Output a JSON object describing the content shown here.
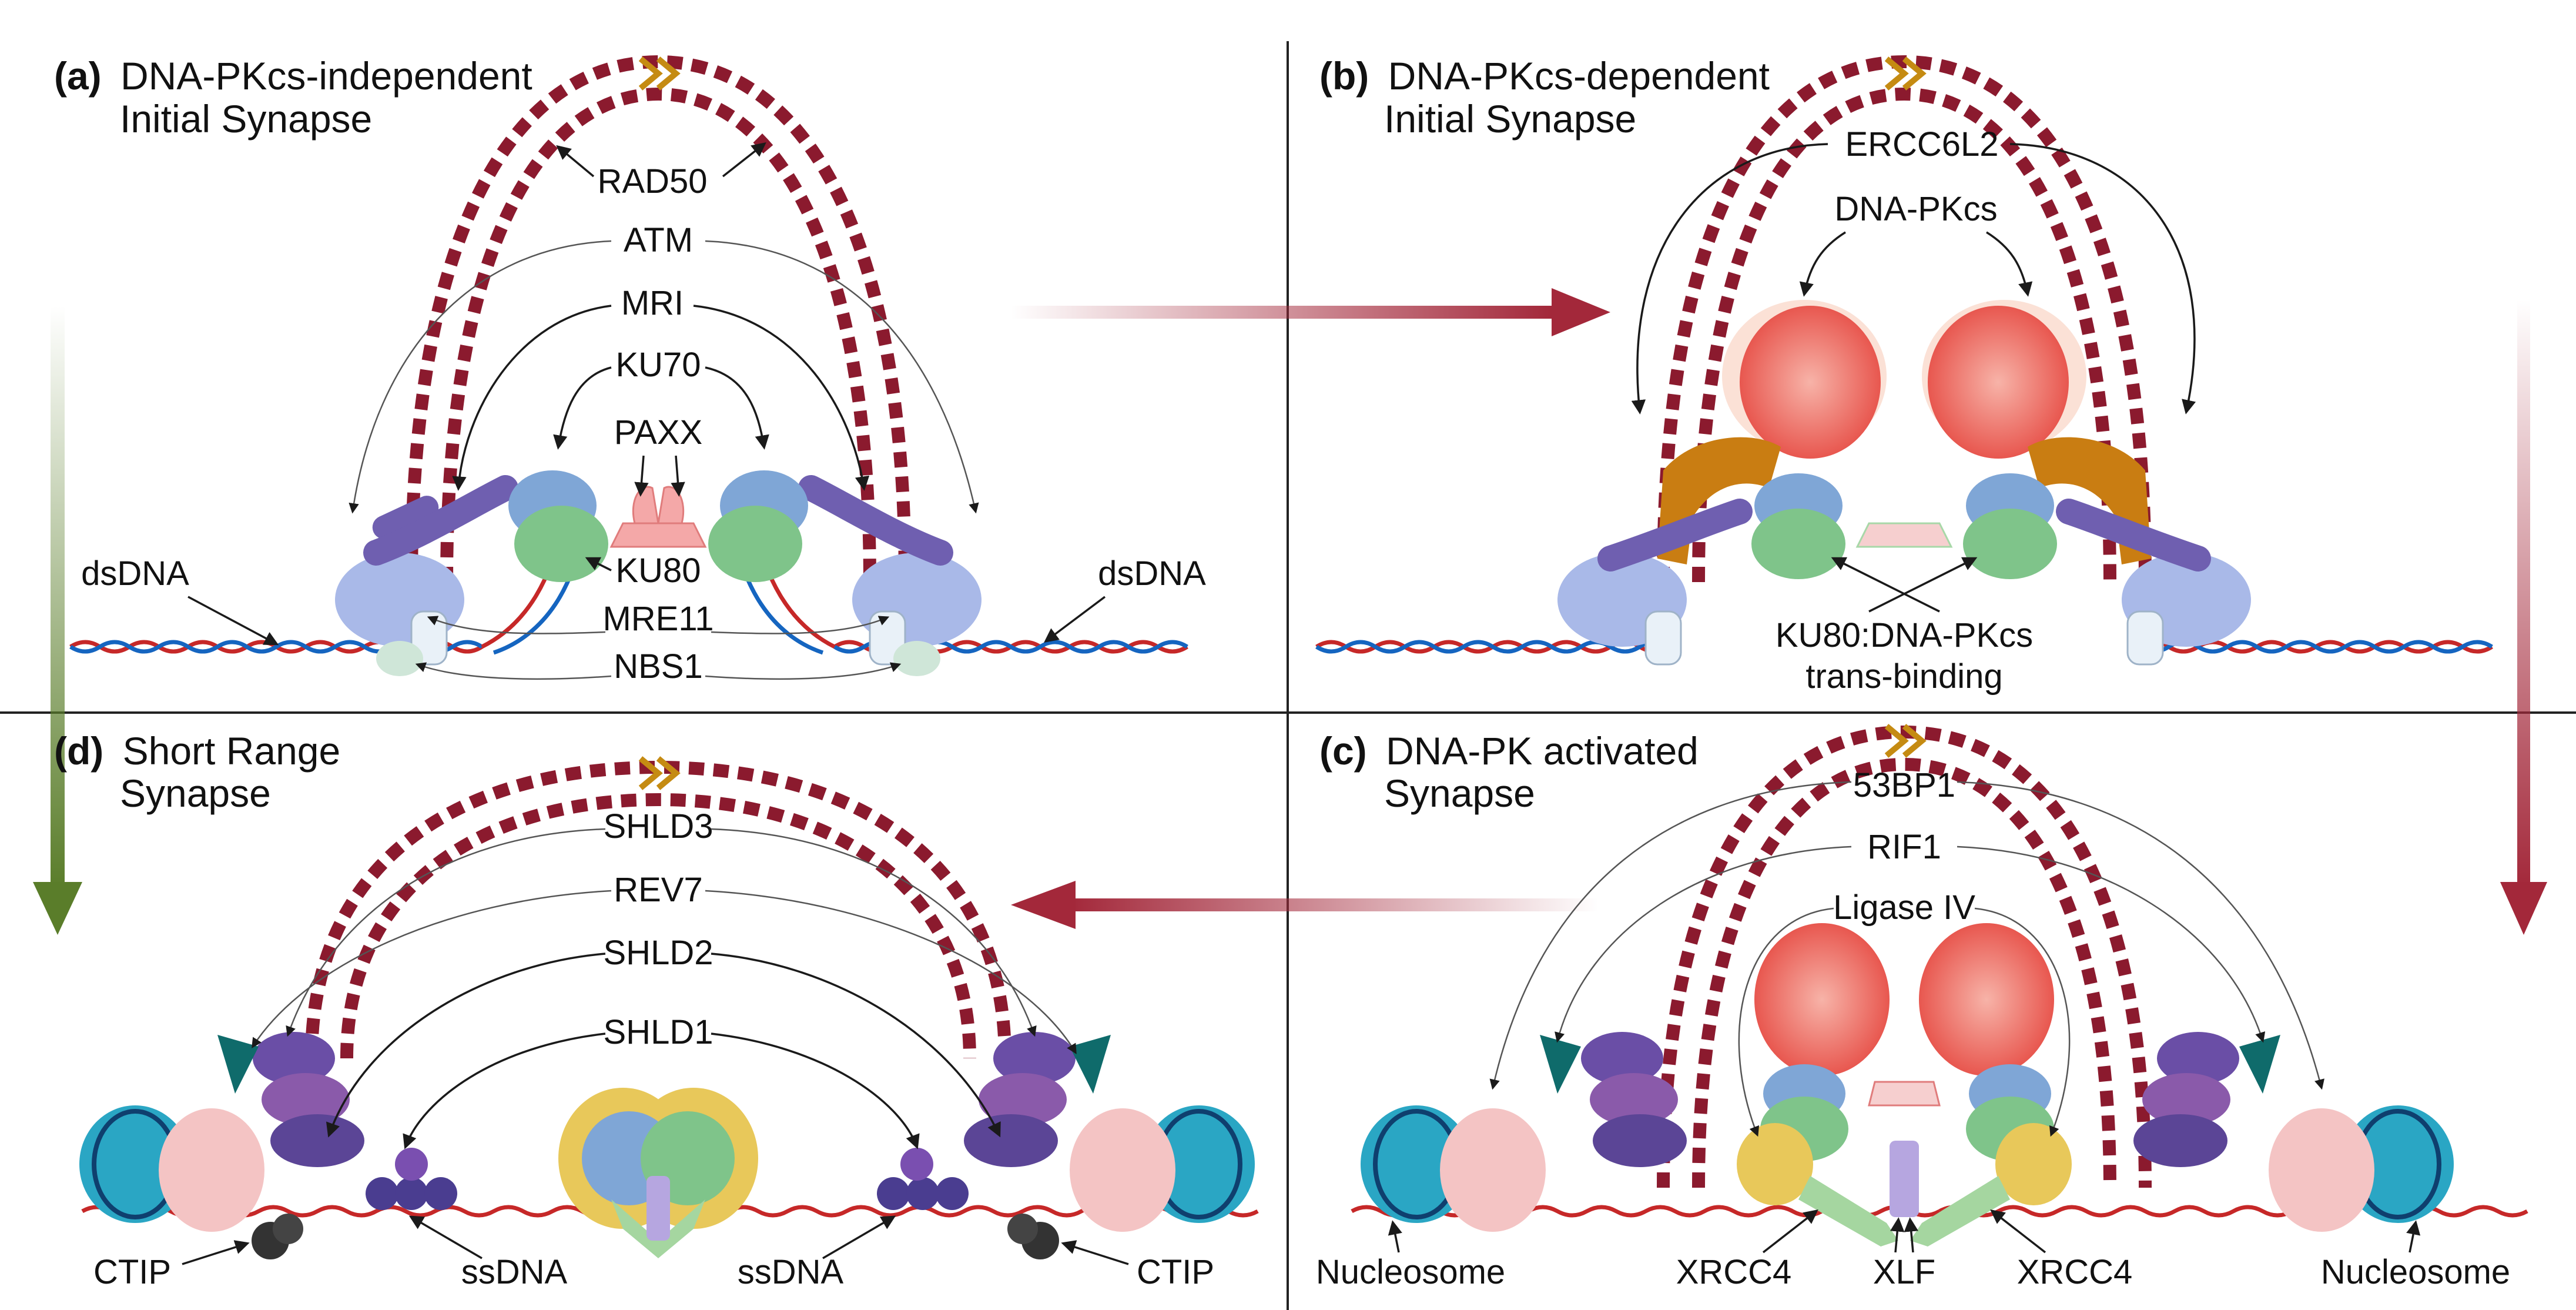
{
  "panels": {
    "a": {
      "letter": "(a)",
      "title_line1": "DNA-PKcs-independent",
      "title_line2": "Initial Synapse"
    },
    "b": {
      "letter": "(b)",
      "title_line1": "DNA-PKcs-dependent",
      "title_line2": "Initial Synapse"
    },
    "c": {
      "letter": "(c)",
      "title_line1": "DNA-PK activated",
      "title_line2": "Synapse"
    },
    "d": {
      "letter": "(d)",
      "title_line1": "Short Range",
      "title_line2": "Synapse"
    }
  },
  "labels_a": {
    "rad50": "RAD50",
    "atm": "ATM",
    "mri": "MRI",
    "ku70": "KU70",
    "paxx": "PAXX",
    "ku80": "KU80",
    "mre11": "MRE11",
    "nbs1": "NBS1",
    "dsdna_left": "dsDNA",
    "dsdna_right": "dsDNA"
  },
  "labels_b": {
    "ercc6l2": "ERCC6L2",
    "dnapkcs": "DNA-PKcs",
    "trans_line1": "KU80:DNA-PKcs",
    "trans_line2": "trans-binding"
  },
  "labels_c": {
    "bp53": "53BP1",
    "rif1": "RIF1",
    "ligase4": "Ligase IV",
    "nucleosome_left": "Nucleosome",
    "nucleosome_right": "Nucleosome",
    "xrcc4_left": "XRCC4",
    "xlf": "XLF",
    "xrcc4_right": "XRCC4"
  },
  "labels_d": {
    "shld3": "SHLD3",
    "rev7": "REV7",
    "shld2": "SHLD2",
    "shld1": "SHLD1",
    "ctip_left": "CTIP",
    "ctip_right": "CTIP",
    "ssdna_left": "ssDNA",
    "ssdna_right": "ssDNA"
  },
  "colors": {
    "tether": "#8b1a2e",
    "transition_arrow": "#a3283a",
    "green_arrow": "#5a7d2a",
    "dna_red": "#c62828",
    "dna_blue": "#1565c0",
    "dnapkcs": "#ee6f66",
    "ku70": "#7fa6d6",
    "ku80": "#7fc48a",
    "paxx": "#f4a8a8",
    "mre11": "#a9b9e8",
    "rad50": "#6f5fb0",
    "nbs1": "#cfe6d8",
    "ercc6l2": "#c97d12",
    "xrcc4": "#a5d6a0",
    "xlf": "#b6a6e0",
    "ligase4": "#e8c85a",
    "nucleosome": "#2aa6c4",
    "shieldin": "#6a4ea6"
  }
}
